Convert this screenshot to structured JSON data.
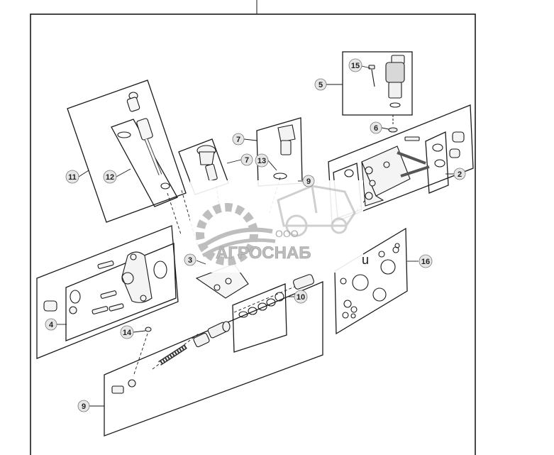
{
  "callouts": {
    "c1": "2",
    "c2": "3",
    "c3": "4",
    "c4": "5",
    "c5": "6",
    "c6": "7",
    "c7": "7",
    "c8": "9",
    "c9": "9",
    "c10": "10",
    "c11": "11",
    "c12": "12",
    "c13": "13",
    "c14": "14",
    "c15": "15",
    "c16": "16"
  },
  "watermark": {
    "company_form": "ООО",
    "company_name": "АГРОСНАБ",
    "domain_fragment": "u"
  },
  "colors": {
    "line": "#1a1a1a",
    "callout_fill": "#e6e6e6",
    "watermark_gray": "#a9a9a9",
    "watermark_light": "#dcdcdc"
  }
}
